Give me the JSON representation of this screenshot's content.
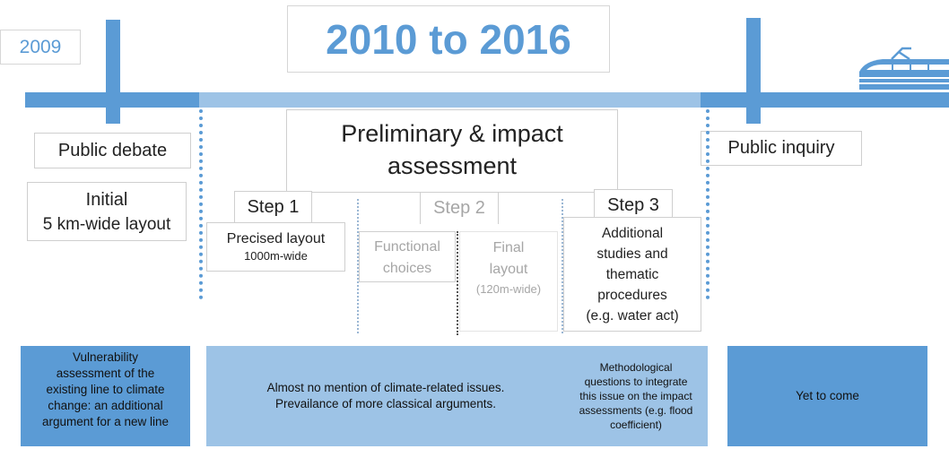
{
  "timeline": {
    "start_year": "2009",
    "period_title": "2010 to 2016",
    "train_icon": "high-speed-train-icon"
  },
  "phases": {
    "public_debate": "Public debate",
    "initial_line1": "Initial",
    "initial_line2": "5 km-wide layout",
    "preliminary_line1": "Preliminary & impact",
    "preliminary_line2": "assessment",
    "public_inquiry": "Public inquiry"
  },
  "steps": {
    "step1": {
      "label": "Step 1",
      "desc_line1": "Precised layout",
      "desc_line2": "1000m-wide"
    },
    "step2": {
      "label": "Step 2",
      "functional_line1": "Functional",
      "functional_line2": "choices",
      "final_line1": "Final",
      "final_line2": "layout",
      "final_line3": "(120m-wide)"
    },
    "step3": {
      "label": "Step 3",
      "desc_line1": "Additional",
      "desc_line2": "studies and",
      "desc_line3": "thematic",
      "desc_line4": "procedures",
      "desc_line5": "(e.g. water act)"
    }
  },
  "climate": {
    "vulnerability": [
      "Vulnerability",
      "assessment  of the",
      "existing line to climate",
      "change: an additional",
      "argument for a new line"
    ],
    "no_mention": [
      "Almost no mention of climate-related issues.",
      "Prevailance of more classical arguments."
    ],
    "methodological": [
      "Methodological",
      "questions to integrate",
      "this issue on the impact",
      "assessments (e.g. flood",
      "coefficient)"
    ],
    "yet_to_come": "Yet to come"
  },
  "colors": {
    "dark_blue": "#5b9bd5",
    "light_blue": "#9dc3e6",
    "text_blue": "#5b9bd5",
    "box_fill_dark": "#5b9bd5",
    "box_fill_light": "#9dc3e6"
  }
}
